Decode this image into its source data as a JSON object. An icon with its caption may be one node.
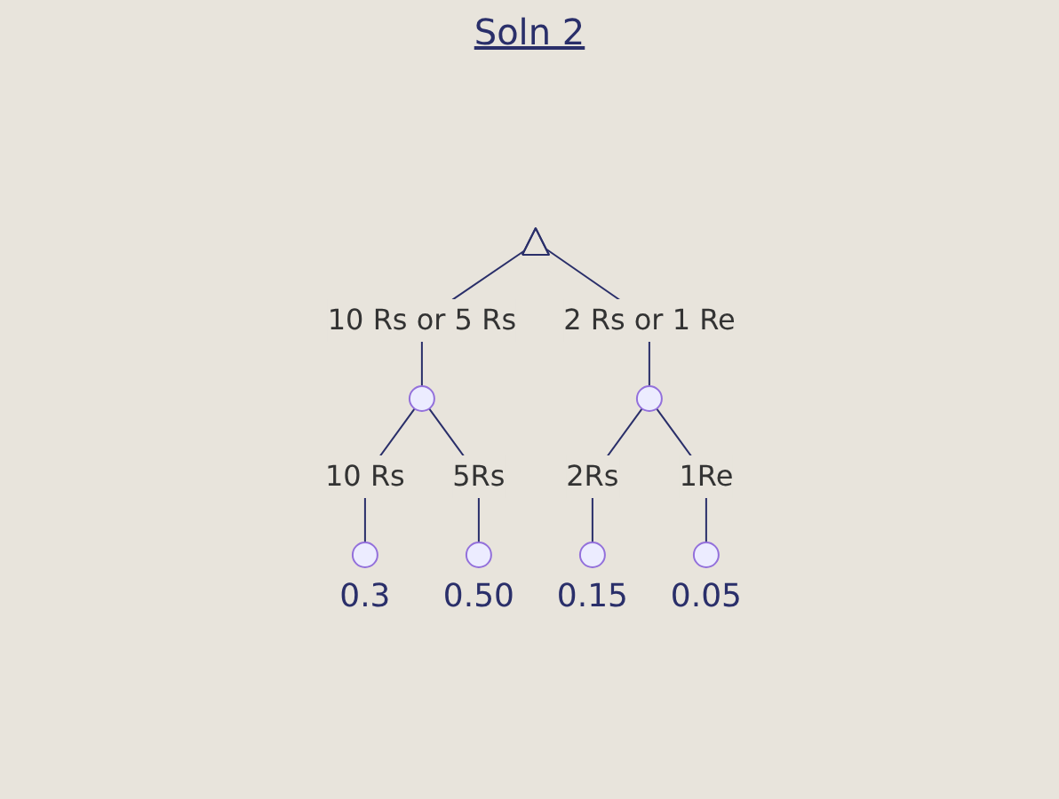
{
  "diagram": {
    "title": "Soln 2",
    "nodes": [
      {
        "text": [],
        "shape": "triangle"
      },
      {
        "text": [],
        "shape": "circle"
      },
      {
        "text": [],
        "shape": "circle"
      },
      {
        "text": [],
        "shape": "circle",
        "beside": [
          "0.3"
        ]
      },
      {
        "text": [],
        "shape": "circle",
        "beside": [
          "0.50"
        ]
      },
      {
        "text": [],
        "shape": "circle",
        "beside": [
          "0.15"
        ]
      },
      {
        "text": [],
        "shape": "circle",
        "beside": [
          "0.05"
        ]
      }
    ],
    "edges": [
      {
        "from": 0,
        "to": 1,
        "arrow": "none",
        "label": "10 Rs or 5 Rs"
      },
      {
        "from": 0,
        "to": 2,
        "arrow": "none",
        "label": "2 Rs or 1 Re"
      },
      {
        "from": 1,
        "to": 3,
        "arrow": "none",
        "label": "10 Rs"
      },
      {
        "from": 1,
        "to": 4,
        "arrow": "none",
        "label": "5Rs"
      },
      {
        "from": 2,
        "to": 5,
        "arrow": "none",
        "label": "2Rs"
      },
      {
        "from": 2,
        "to": 6,
        "arrow": "none",
        "label": "1Re"
      }
    ]
  }
}
